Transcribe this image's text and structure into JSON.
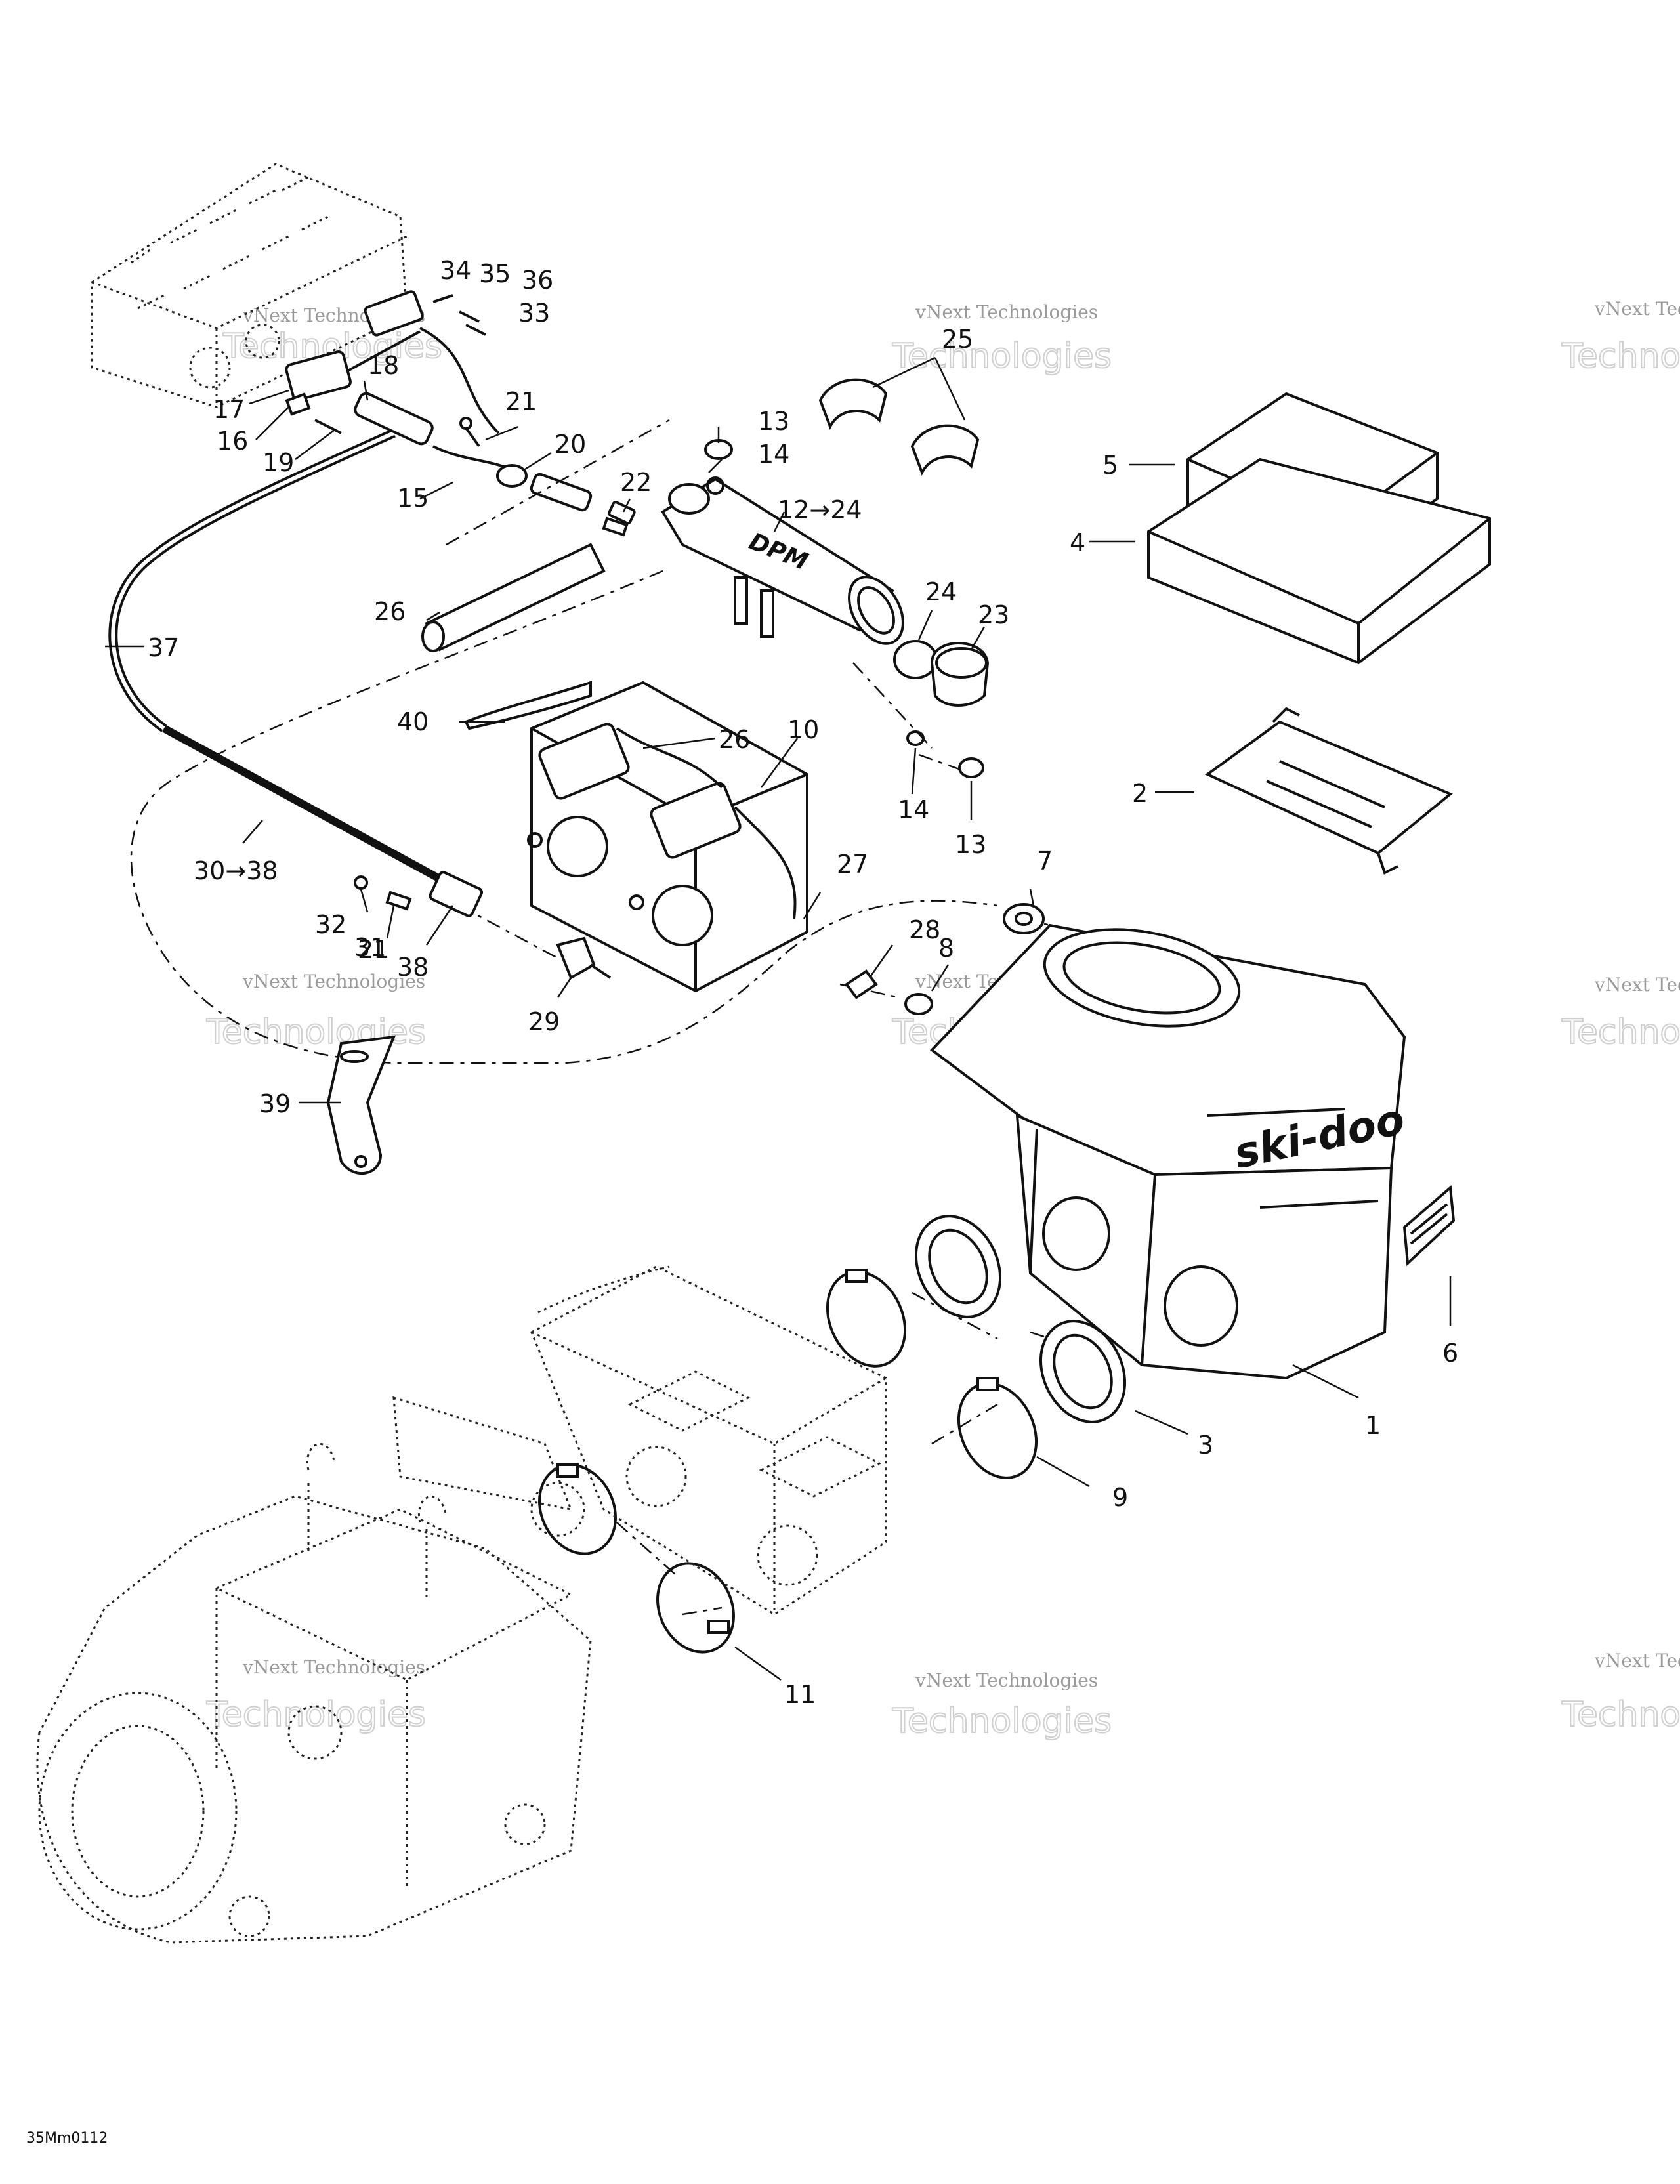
{
  "diagram_code": "35Mm0112",
  "brand_logo": "ski-doo",
  "part_mark": "DPM",
  "watermarks": {
    "small": "vNext Technologies",
    "large": "Technologies"
  },
  "callouts": [
    {
      "id": "c1",
      "label": "1"
    },
    {
      "id": "c2",
      "label": "2"
    },
    {
      "id": "c3",
      "label": "3"
    },
    {
      "id": "c4",
      "label": "4"
    },
    {
      "id": "c5",
      "label": "5"
    },
    {
      "id": "c6",
      "label": "6"
    },
    {
      "id": "c7",
      "label": "7"
    },
    {
      "id": "c8",
      "label": "8"
    },
    {
      "id": "c9",
      "label": "9"
    },
    {
      "id": "c10",
      "label": "10"
    },
    {
      "id": "c11",
      "label": "11"
    },
    {
      "id": "c12",
      "label": "12→24"
    },
    {
      "id": "c13a",
      "label": "13"
    },
    {
      "id": "c13b",
      "label": "13"
    },
    {
      "id": "c14a",
      "label": "14"
    },
    {
      "id": "c14b",
      "label": "14"
    },
    {
      "id": "c15",
      "label": "15"
    },
    {
      "id": "c16",
      "label": "16"
    },
    {
      "id": "c17",
      "label": "17"
    },
    {
      "id": "c18",
      "label": "18"
    },
    {
      "id": "c19",
      "label": "19"
    },
    {
      "id": "c20",
      "label": "20"
    },
    {
      "id": "c21a",
      "label": "21"
    },
    {
      "id": "c21b",
      "label": "21"
    },
    {
      "id": "c22",
      "label": "22"
    },
    {
      "id": "c23",
      "label": "23"
    },
    {
      "id": "c24",
      "label": "24"
    },
    {
      "id": "c25",
      "label": "25"
    },
    {
      "id": "c26a",
      "label": "26"
    },
    {
      "id": "c26b",
      "label": "26"
    },
    {
      "id": "c27",
      "label": "27"
    },
    {
      "id": "c28",
      "label": "28"
    },
    {
      "id": "c29",
      "label": "29"
    },
    {
      "id": "c30",
      "label": "30→38"
    },
    {
      "id": "c31",
      "label": "31"
    },
    {
      "id": "c32",
      "label": "32"
    },
    {
      "id": "c33",
      "label": "33"
    },
    {
      "id": "c34",
      "label": "34"
    },
    {
      "id": "c35",
      "label": "35"
    },
    {
      "id": "c36",
      "label": "36"
    },
    {
      "id": "c37",
      "label": "37"
    },
    {
      "id": "c38",
      "label": "38"
    },
    {
      "id": "c39",
      "label": "39"
    },
    {
      "id": "c40",
      "label": "40"
    }
  ]
}
